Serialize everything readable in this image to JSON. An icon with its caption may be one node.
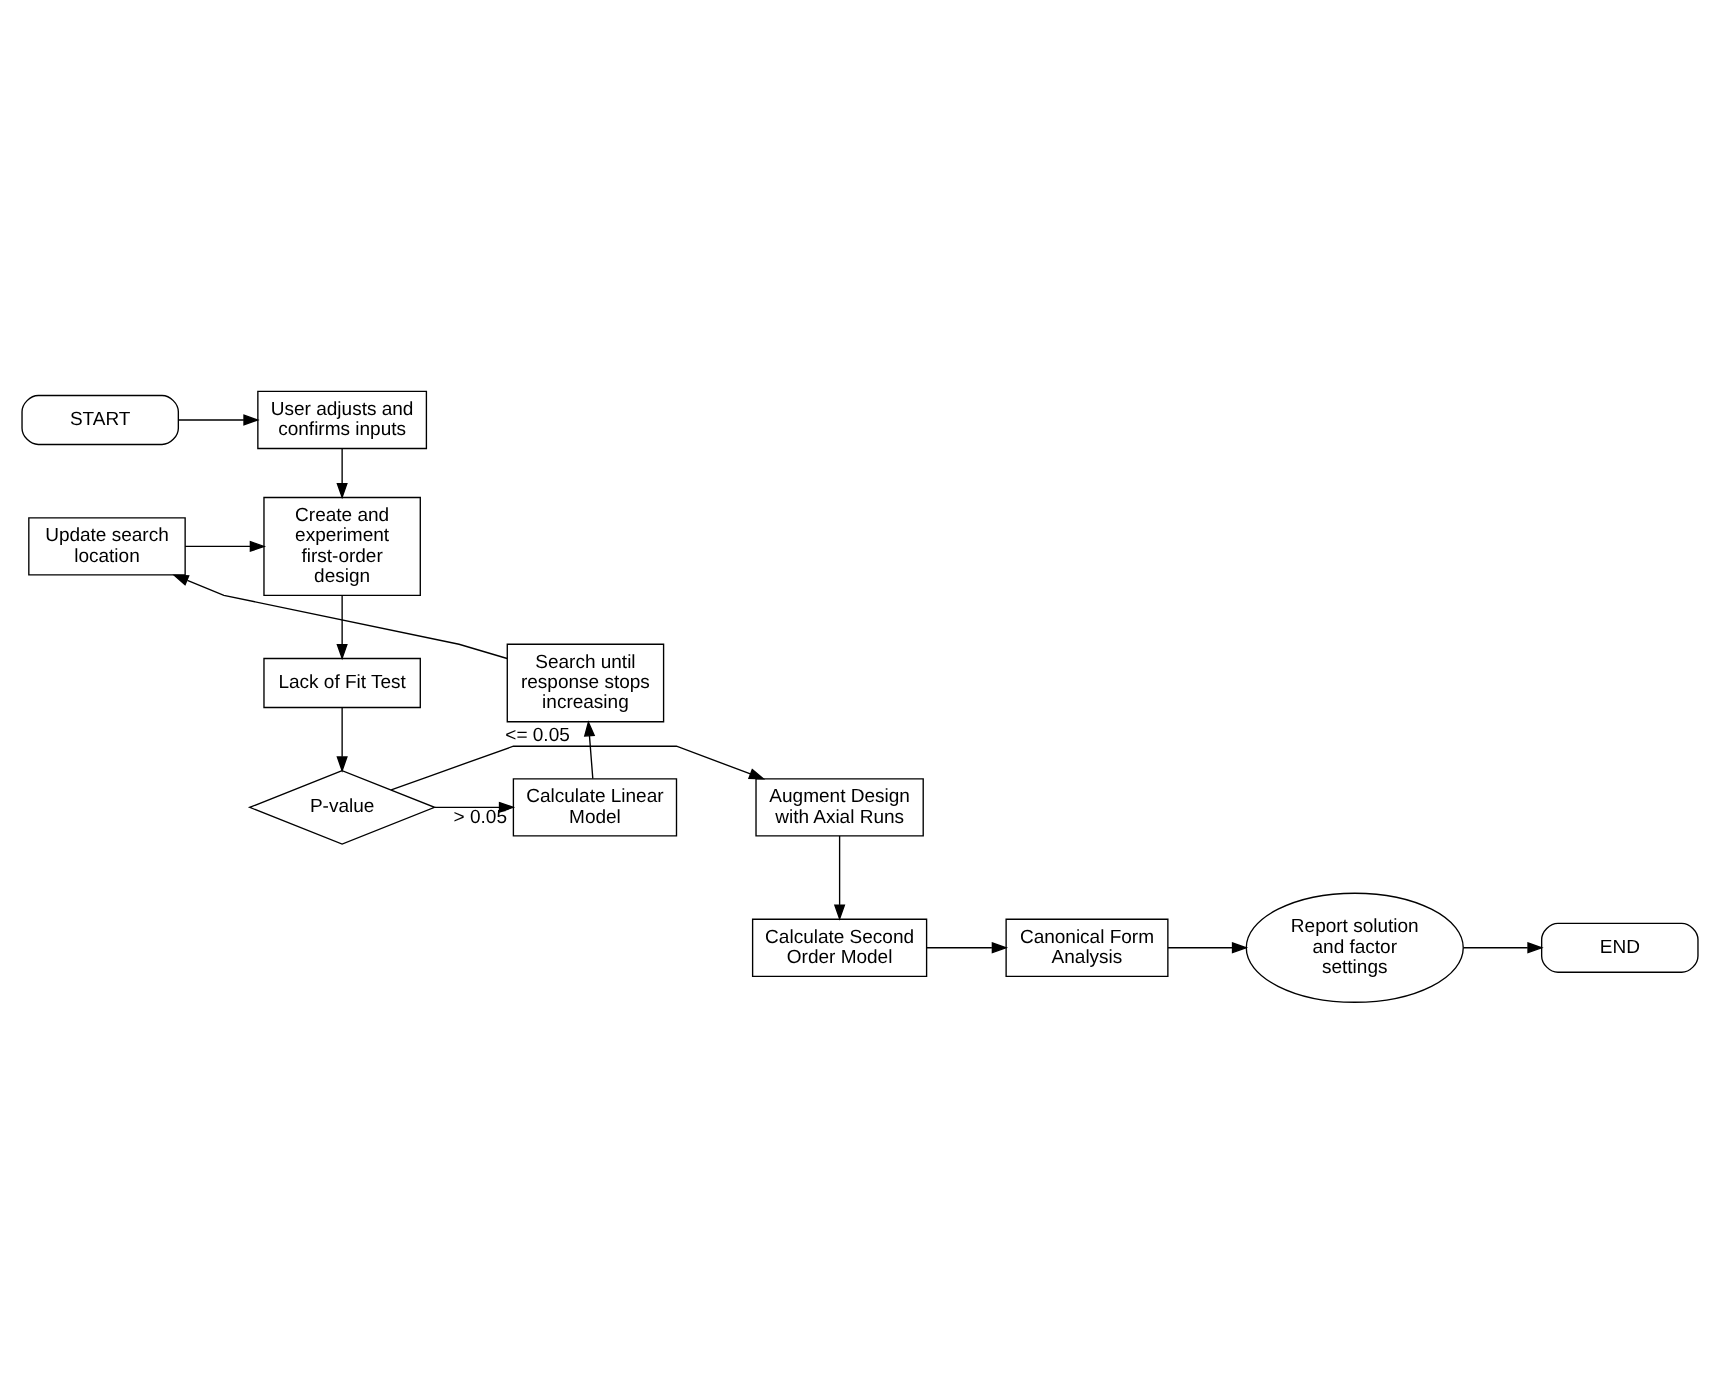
{
  "diagram": {
    "nodes": [
      {
        "text": [
          "START"
        ]
      },
      {
        "text": [
          "User adjusts and confirms inputs"
        ]
      },
      {
        "text": [
          "Create and experiment first-order design"
        ]
      },
      {
        "text": [
          "Update search location"
        ]
      },
      {
        "text": [
          "Lack of Fit Test"
        ]
      },
      {
        "text": [
          "Search until response stops increasing"
        ]
      },
      {
        "text": [
          "P-value"
        ]
      },
      {
        "text": [
          "Augment Design with Axial Runs"
        ]
      },
      {
        "text": [
          "Calculate Linear Model"
        ]
      },
      {
        "text": [
          "Calculate Second Order Model"
        ]
      },
      {
        "text": [
          "Canonical Form Analysis"
        ]
      },
      {
        "text": [
          "Report solution and factor settings"
        ]
      },
      {
        "text": [
          "END"
        ]
      }
    ],
    "edges": [
      {
        "from": 0,
        "to": 1,
        "arrow": "to"
      },
      {
        "from": 1,
        "to": 2,
        "arrow": "to"
      },
      {
        "from": 3,
        "to": 2,
        "arrow": "to"
      },
      {
        "from": 2,
        "to": 4,
        "arrow": "to"
      },
      {
        "from": 4,
        "to": 6,
        "arrow": "to"
      },
      {
        "from": 6,
        "to": 7,
        "arrow": "to",
        "label": "<= 0.05"
      },
      {
        "from": 6,
        "to": 8,
        "arrow": "to",
        "label": "> 0.05"
      },
      {
        "from": 8,
        "to": 5,
        "arrow": "to"
      },
      {
        "from": 5,
        "to": 3,
        "arrow": "to"
      },
      {
        "from": 7,
        "to": 9,
        "arrow": "to"
      },
      {
        "from": 9,
        "to": 10,
        "arrow": "to"
      },
      {
        "from": 10,
        "to": 11,
        "arrow": "to"
      },
      {
        "from": 11,
        "to": 12,
        "arrow": "to"
      }
    ]
  }
}
